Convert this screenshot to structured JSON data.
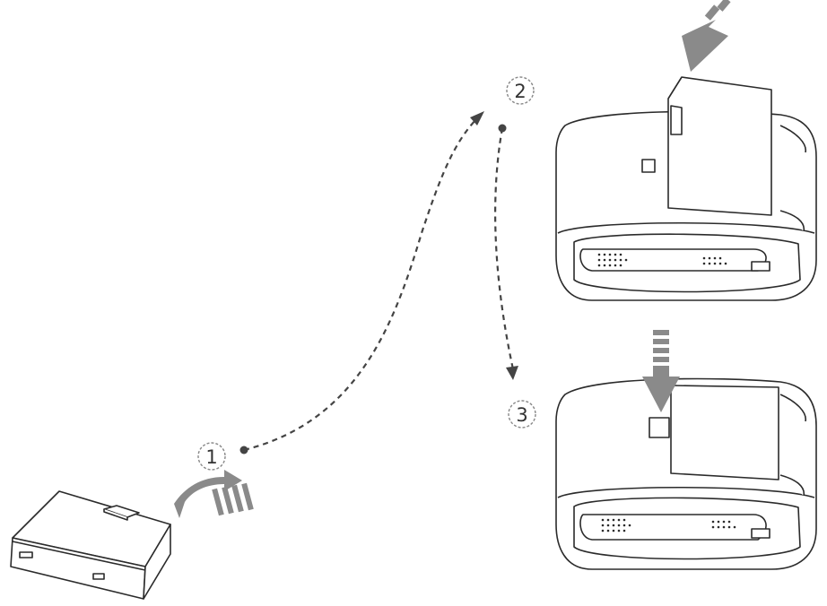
{
  "steps": [
    {
      "number": "1"
    },
    {
      "number": "2"
    },
    {
      "number": "3"
    }
  ],
  "colors": {
    "stroke": "#2b2b2b",
    "arrow_fill": "#8a8a8a",
    "dashed_path": "#444444",
    "step_circle": "#888888"
  },
  "icons": [
    "battery-pack-icon",
    "printer-icon",
    "insert-arrow-icon",
    "press-down-arrow-icon",
    "curved-arrow-icon"
  ]
}
